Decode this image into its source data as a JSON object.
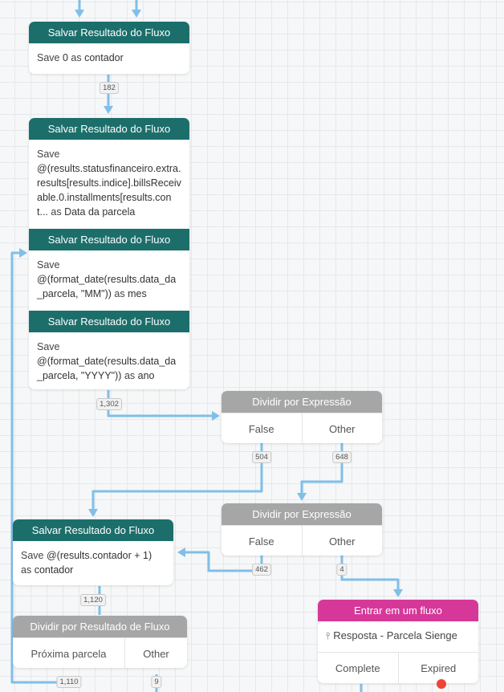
{
  "nodes": {
    "save_contador": {
      "header": "Salvar Resultado do Fluxo",
      "prefix": "Save",
      "value": "0",
      "as": "as",
      "target": "contador"
    },
    "save_data_parcela": {
      "header": "Salvar Resultado do Fluxo",
      "prefix": "Save",
      "value": "@(results.statusfinanceiro.extra.results[results.indice].billsReceivable.0.installments[results.cont...",
      "as": "as",
      "target": "Data da parcela"
    },
    "save_mes": {
      "header": "Salvar Resultado do Fluxo",
      "prefix": "Save",
      "value": "@(format_date(results.data_da_parcela, \"MM\"))",
      "as": "as",
      "target": "mes"
    },
    "save_ano": {
      "header": "Salvar Resultado do Fluxo",
      "prefix": "Save",
      "value": "@(format_date(results.data_da_parcela, \"YYYY\"))",
      "as": "as",
      "target": "ano"
    },
    "split_1": {
      "header": "Dividir por Expressão",
      "exits": [
        "False",
        "Other"
      ]
    },
    "split_2": {
      "header": "Dividir por Expressão",
      "exits": [
        "False",
        "Other"
      ]
    },
    "save_incr": {
      "header": "Salvar Resultado do Fluxo",
      "prefix": "Save",
      "value": "@(results.contador + 1)",
      "as": "as",
      "target": "contador"
    },
    "split_flow": {
      "header": "Dividir por Resultado de Fluxo",
      "exits": [
        "Próxima parcela",
        "Other"
      ]
    },
    "enter_flow": {
      "header": "Entrar em um fluxo",
      "flow_name": "Resposta - Parcela Sienge",
      "exits": [
        "Complete",
        "Expired"
      ]
    }
  },
  "counts": {
    "c182": "182",
    "c1302": "1,302",
    "c504": "504",
    "c648": "648",
    "c462": "462",
    "c4": "4",
    "c1120": "1,120",
    "c1110": "1,110",
    "c9": "9"
  },
  "icons": {
    "flow": "sitemap-icon"
  },
  "colors": {
    "save_header": "#1c6e6b",
    "split_header": "#a6a6a6",
    "enter_flow_header": "#d6389a",
    "wire": "#7fbfe8",
    "expired_dot": "#ef4336"
  }
}
